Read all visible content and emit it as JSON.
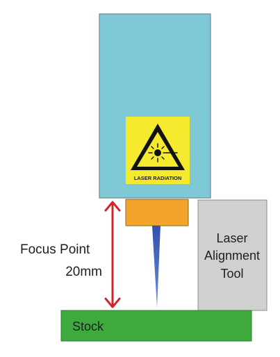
{
  "warning_sign": {
    "text": "LASER RADIATION",
    "icon": "laser-warning-icon",
    "background_color": "#f5ea2e"
  },
  "focus_label": {
    "line1": "Focus Point",
    "line2": "20mm"
  },
  "alignment_tool": {
    "line1": "Laser",
    "line2": "Alignment",
    "line3": "Tool"
  },
  "stock": {
    "label": "Stock"
  },
  "colors": {
    "laser_head": "#7fc8d6",
    "nozzle": "#f2a52a",
    "beam": "#3f5fb8",
    "alignment_tool": "#d0d0d0",
    "stock": "#3eaa3e",
    "arrow": "#d0262a"
  }
}
